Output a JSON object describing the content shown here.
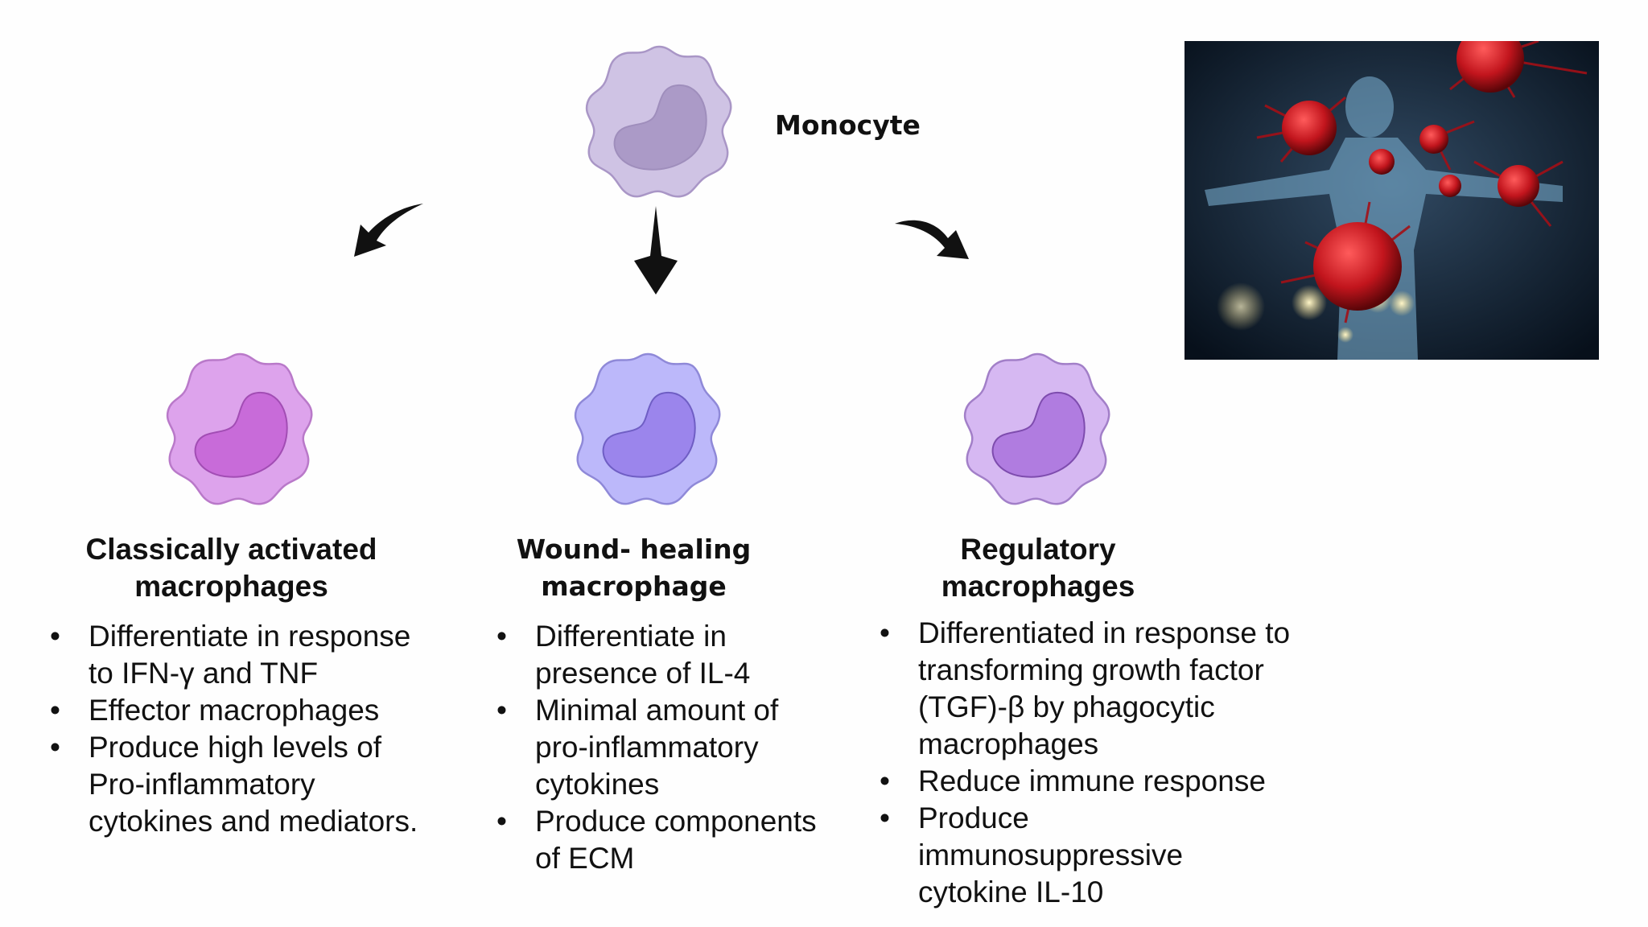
{
  "monocyte": {
    "label": "Monocyte"
  },
  "columns": [
    {
      "title_line1": "Classically activated",
      "title_line2": "macrophages",
      "bullets": [
        "Differentiate in response to IFN-γ and TNF",
        "Effector macrophages",
        "Produce high levels of Pro-inflammatory cytokines and mediators."
      ]
    },
    {
      "title_line1": "Wound- healing",
      "title_line2": "macrophage",
      "bullets": [
        "Differentiate in presence of IL-4",
        "Minimal amount of pro-inflammatory cytokines",
        "Produce components of ECM"
      ]
    },
    {
      "title_line1": "Regulatory",
      "title_line2": "macrophages",
      "bullets": [
        "Differentiated in response to transforming growth factor (TGF)-β by phagocytic macrophages",
        "Reduce immune response",
        "Produce immunosuppressive cytokine IL-10"
      ]
    }
  ],
  "colors": {
    "monocyte_cell": "#cfc3e4",
    "monocyte_nucleus": "#ab9ac7",
    "classical_cell": "#dda3ec",
    "classical_nucleus": "#c86bd9",
    "wound_cell": "#bcb8fa",
    "wound_nucleus": "#9b85ec",
    "regulatory_cell": "#d6b8f2",
    "regulatory_nucleus": "#b07ce0"
  }
}
